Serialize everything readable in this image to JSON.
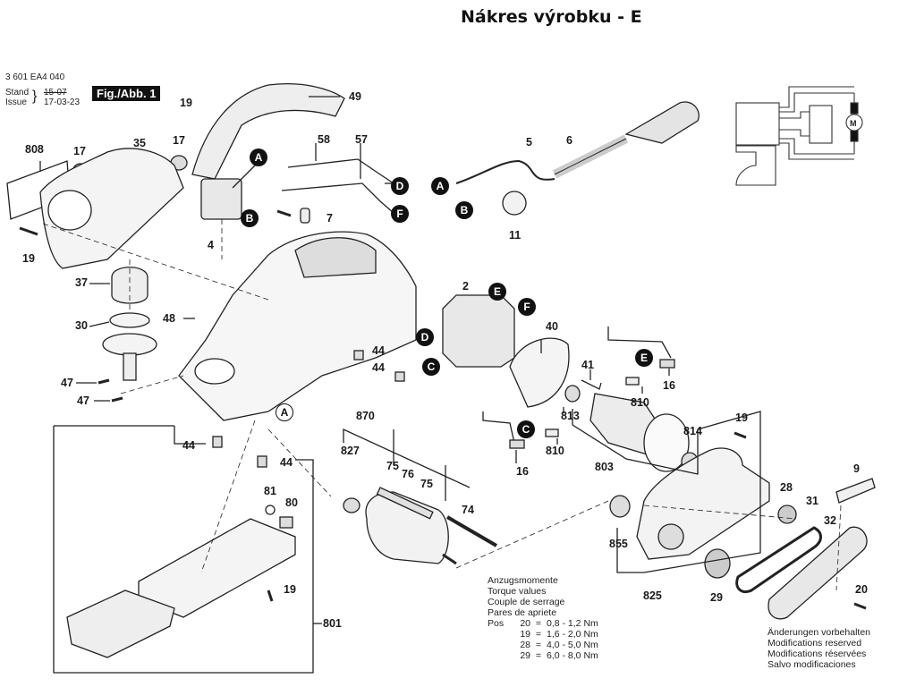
{
  "title": "Nákres výrobku - E",
  "header": {
    "part_number": "3 601 EA4 040",
    "stand_label": "Stand",
    "issue_label": "Issue",
    "stand_value": "15-07",
    "issue_value": "17-03-23",
    "figure_label": "Fig./Abb. 1"
  },
  "part_labels": [
    {
      "id": "808",
      "text": "808"
    },
    {
      "id": "17a",
      "text": "17"
    },
    {
      "id": "35",
      "text": "35"
    },
    {
      "id": "19a",
      "text": "19"
    },
    {
      "id": "17b",
      "text": "17"
    },
    {
      "id": "19b",
      "text": "19"
    },
    {
      "id": "49",
      "text": "49"
    },
    {
      "id": "58",
      "text": "58"
    },
    {
      "id": "57",
      "text": "57"
    },
    {
      "id": "7",
      "text": "7"
    },
    {
      "id": "4",
      "text": "4"
    },
    {
      "id": "5",
      "text": "5"
    },
    {
      "id": "6",
      "text": "6"
    },
    {
      "id": "11",
      "text": "11"
    },
    {
      "id": "37",
      "text": "37"
    },
    {
      "id": "30",
      "text": "30"
    },
    {
      "id": "48",
      "text": "48"
    },
    {
      "id": "47a",
      "text": "47"
    },
    {
      "id": "47b",
      "text": "47"
    },
    {
      "id": "44a",
      "text": "44"
    },
    {
      "id": "44b",
      "text": "44"
    },
    {
      "id": "44c",
      "text": "44"
    },
    {
      "id": "44d",
      "text": "44"
    },
    {
      "id": "2",
      "text": "2"
    },
    {
      "id": "40",
      "text": "40"
    },
    {
      "id": "41",
      "text": "41"
    },
    {
      "id": "16a",
      "text": "16"
    },
    {
      "id": "810a",
      "text": "810"
    },
    {
      "id": "813",
      "text": "813"
    },
    {
      "id": "810b",
      "text": "810"
    },
    {
      "id": "16b",
      "text": "16"
    },
    {
      "id": "803",
      "text": "803"
    },
    {
      "id": "814",
      "text": "814"
    },
    {
      "id": "19c",
      "text": "19"
    },
    {
      "id": "870",
      "text": "870"
    },
    {
      "id": "827",
      "text": "827"
    },
    {
      "id": "75a",
      "text": "75"
    },
    {
      "id": "76",
      "text": "76"
    },
    {
      "id": "75b",
      "text": "75"
    },
    {
      "id": "74",
      "text": "74"
    },
    {
      "id": "81",
      "text": "81"
    },
    {
      "id": "80",
      "text": "80"
    },
    {
      "id": "19d",
      "text": "19"
    },
    {
      "id": "801",
      "text": "801"
    },
    {
      "id": "9",
      "text": "9"
    },
    {
      "id": "28",
      "text": "28"
    },
    {
      "id": "31",
      "text": "31"
    },
    {
      "id": "32",
      "text": "32"
    },
    {
      "id": "855",
      "text": "855"
    },
    {
      "id": "825",
      "text": "825"
    },
    {
      "id": "29",
      "text": "29"
    },
    {
      "id": "20",
      "text": "20"
    }
  ],
  "connector_markers": [
    {
      "text": "A",
      "style": "filled"
    },
    {
      "text": "B",
      "style": "filled"
    },
    {
      "text": "D",
      "style": "filled"
    },
    {
      "text": "F",
      "style": "filled"
    },
    {
      "text": "A",
      "style": "filled"
    },
    {
      "text": "B",
      "style": "filled"
    },
    {
      "text": "E",
      "style": "filled"
    },
    {
      "text": "F",
      "style": "filled"
    },
    {
      "text": "D",
      "style": "filled"
    },
    {
      "text": "C",
      "style": "filled"
    },
    {
      "text": "E",
      "style": "filled"
    },
    {
      "text": "C",
      "style": "filled"
    },
    {
      "text": "A",
      "style": "open"
    }
  ],
  "torque": {
    "lines": [
      "Anzugsmomente",
      "Torque values",
      "Couple de serrage",
      "Pares de apriete"
    ],
    "pos_label": "Pos",
    "rows": [
      {
        "pos": "20",
        "value": "0,8 - 1,2 Nm"
      },
      {
        "pos": "19",
        "value": "1,6 - 2,0 Nm"
      },
      {
        "pos": "28",
        "value": "4,0 - 5,0 Nm"
      },
      {
        "pos": "29",
        "value": "6,0 - 8,0 Nm"
      }
    ]
  },
  "modifications": [
    "Änderungen vorbehalten",
    "Modifications reserved",
    "Modifications réservées",
    "Salvo modificaciones"
  ],
  "wiring": {
    "motor_label": "M"
  }
}
